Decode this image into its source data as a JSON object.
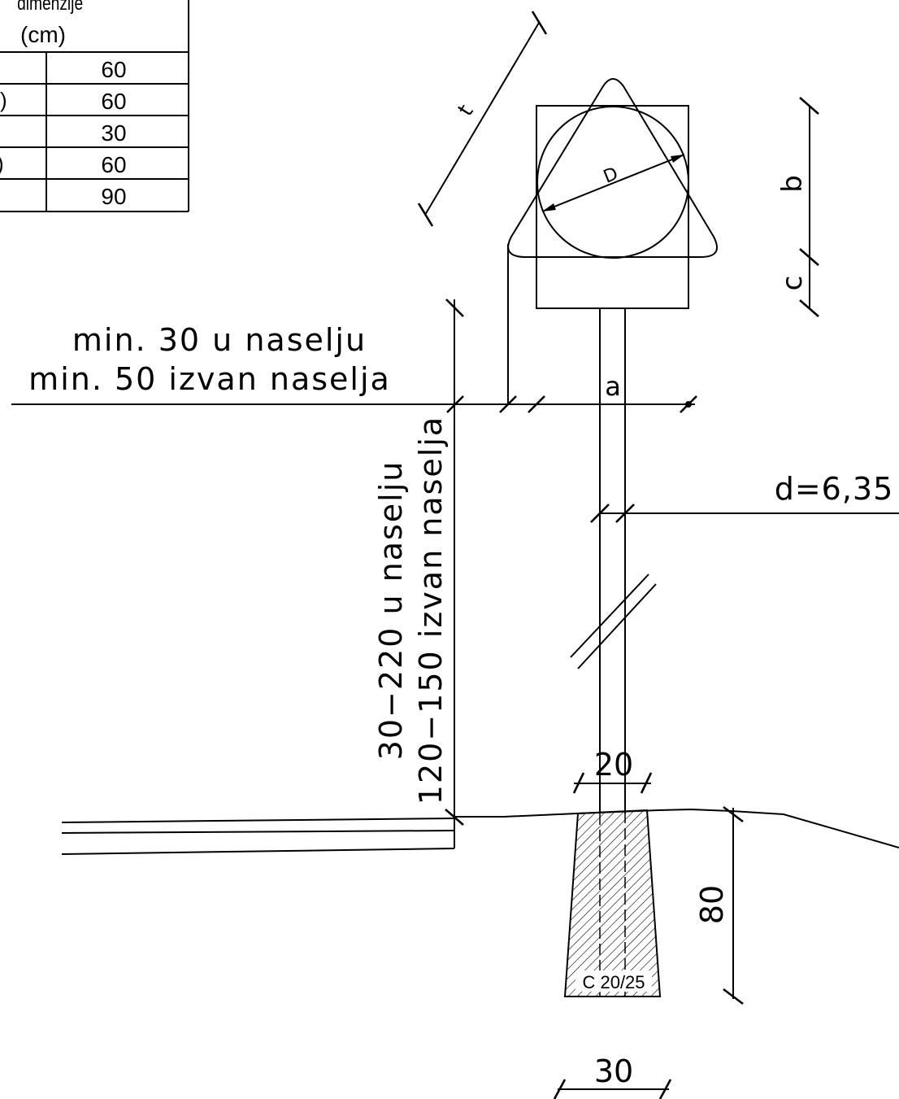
{
  "table": {
    "header_line1": "dimenzije",
    "header_line2": "(cm)",
    "rows": [
      {
        "key": "",
        "value": "60"
      },
      {
        "key": ")",
        "value": "60"
      },
      {
        "key": "",
        "value": "30"
      },
      {
        "key": ")",
        "value": "60"
      },
      {
        "key": "",
        "value": "90"
      }
    ]
  },
  "labels": {
    "t": "t",
    "D": "D",
    "b": "b",
    "c": "c",
    "a": "a",
    "d": "d=6,35",
    "clearance_line1": "min. 30 u naselju",
    "clearance_line2": "min. 50 izvan naselja",
    "height_line1": "30−220 u naselju",
    "height_line2": "120−150 izvan naselja",
    "base_width": "20",
    "foundation_depth": "80",
    "foundation_width": "30",
    "concrete": "C 20/25"
  }
}
